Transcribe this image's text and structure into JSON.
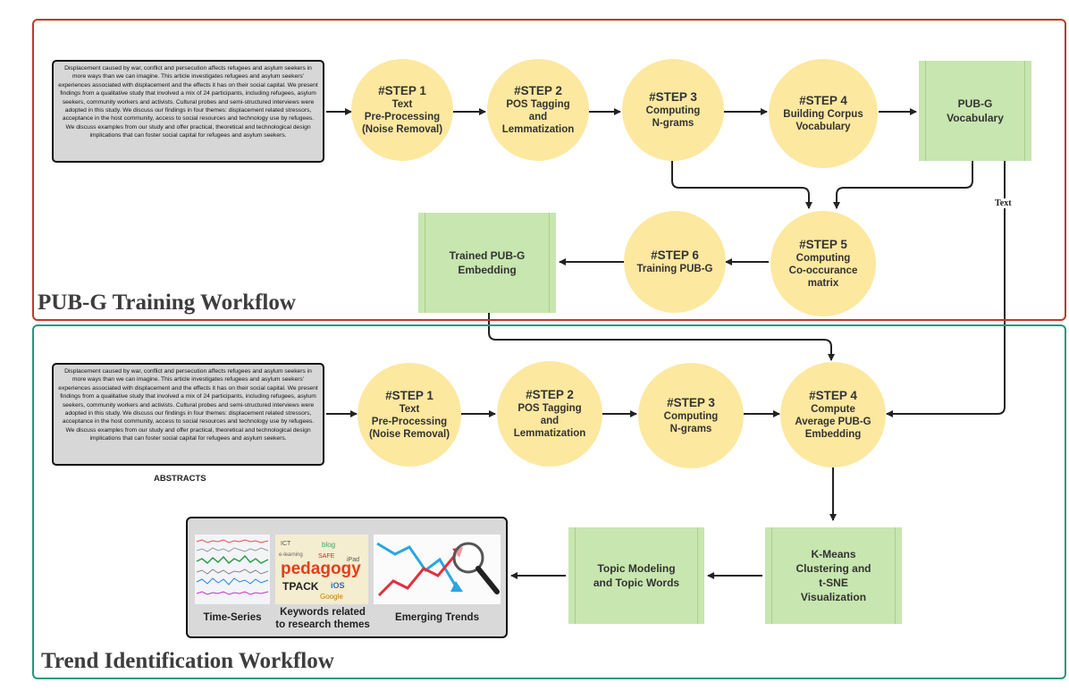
{
  "abstract_text": "Displacement caused by war, conflict and persecution affects refugees and asylum seekers in more ways than we can imagine. This article investigates refugees and asylum seekers' experiences associated with displacement and the effects it has on their social capital. We present findings from a qualitative study that involved a mix of 24 participants, including refugees, asylum seekers, community workers and activists. Cultural probes and semi-structured interviews were adopted in this study. We discuss our findings in four themes: displacement related stressors, acceptance in the host community, access to social resources and technology use by refugees. We discuss examples from our study and offer practical, theoretical and technological design implications that can foster social capital for refugees and asylum seekers.",
  "training": {
    "title": "PUB-G Training Workflow",
    "steps": [
      {
        "num": "#STEP 1",
        "text": "Text\nPre-Processing\n(Noise Removal)"
      },
      {
        "num": "#STEP 2",
        "text": "POS Tagging\nand\nLemmatization"
      },
      {
        "num": "#STEP 3",
        "text": "Computing\nN-grams"
      },
      {
        "num": "#STEP 4",
        "text": "Building Corpus\nVocabulary"
      },
      {
        "num": "#STEP 5",
        "text": "Computing\nCo-occurance\nmatrix"
      },
      {
        "num": "#STEP 6",
        "text": "Training PUB-G"
      }
    ],
    "vocabulary_box": "PUB-G\nVocabulary",
    "embedding_box": "Trained PUB-G\nEmbedding",
    "edge_label": "Text"
  },
  "trend": {
    "title": "Trend Identification Workflow",
    "abstracts_label": "ABSTRACTS",
    "steps": [
      {
        "num": "#STEP 1",
        "text": "Text\nPre-Processing\n(Noise Removal)"
      },
      {
        "num": "#STEP 2",
        "text": "POS Tagging\nand\nLemmatization"
      },
      {
        "num": "#STEP 3",
        "text": "Computing\nN-grams"
      },
      {
        "num": "#STEP 4",
        "text": "Compute\nAverage PUB-G\nEmbedding"
      }
    ],
    "kmeans_box": "K-Means\nClustering and\nt-SNE\nVisualization",
    "topic_box": "Topic Modeling\nand Topic Words",
    "outputs": [
      {
        "caption": "Time-Series"
      },
      {
        "caption": "Keywords related\nto research themes"
      },
      {
        "caption": "Emerging Trends"
      }
    ],
    "wordcloud_words": [
      "pedagogy",
      "TPACK",
      "iOS",
      "SAFE",
      "blog",
      "Google",
      "ICT",
      "iPad",
      "e-learning"
    ]
  },
  "colors": {
    "training_border": "#c0392b",
    "trend_border": "#1e9b7a",
    "step_fill": "#fde8a0",
    "box_fill": "#c8e6b0",
    "arrow": "#222222"
  }
}
